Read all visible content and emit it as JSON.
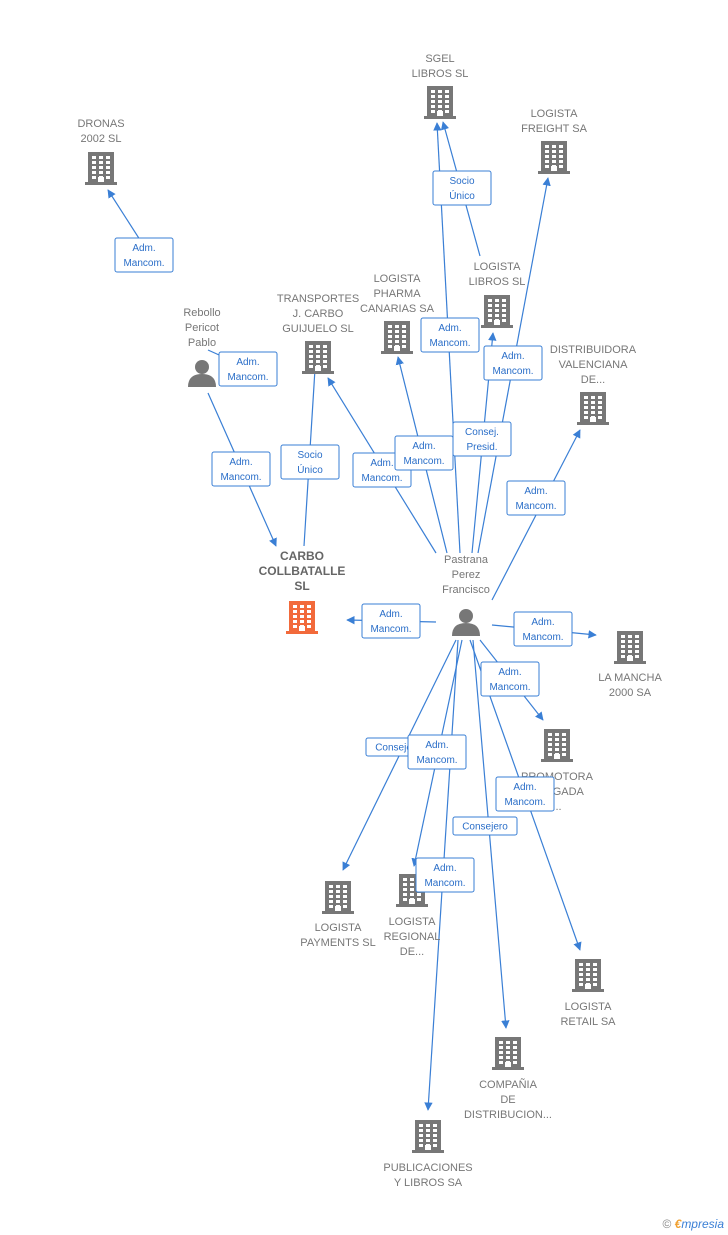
{
  "nodes": [
    {
      "id": "sgel",
      "type": "company",
      "label": [
        "SGEL",
        "LIBROS  SL"
      ],
      "color": "#777777"
    },
    {
      "id": "dronas",
      "type": "company",
      "label": [
        "DRONAS",
        "2002 SL"
      ],
      "color": "#777777"
    },
    {
      "id": "logista_freight",
      "type": "company",
      "label": [
        "LOGISTA",
        "FREIGHT SA"
      ],
      "color": "#777777"
    },
    {
      "id": "logista_pharma",
      "type": "company",
      "label": [
        "LOGISTA",
        "PHARMA",
        "CANARIAS SA"
      ],
      "color": "#777777"
    },
    {
      "id": "logista_libros",
      "type": "company",
      "label": [
        "LOGISTA",
        "LIBROS SL"
      ],
      "color": "#777777"
    },
    {
      "id": "transportes",
      "type": "company",
      "label": [
        "TRANSPORTES",
        "J.  CARBO",
        "GUIJUELO  SL"
      ],
      "color": "#777777"
    },
    {
      "id": "distribuidora",
      "type": "company",
      "label": [
        "DISTRIBUIDORA",
        "VALENCIANA",
        "DE..."
      ],
      "color": "#777777"
    },
    {
      "id": "rebollo",
      "type": "person",
      "label": [
        "Rebollo",
        "Pericot",
        "Pablo"
      ],
      "color": "#777777"
    },
    {
      "id": "carbo",
      "type": "company",
      "label": [
        "CARBO",
        "COLLBATALLE",
        "SL"
      ],
      "color": "#f26a3b",
      "main": true
    },
    {
      "id": "pastrana",
      "type": "person",
      "label": [
        "Pastrana",
        "Perez",
        "Francisco"
      ],
      "color": "#777777"
    },
    {
      "id": "la_mancha",
      "type": "company",
      "label": [
        "LA MANCHA",
        "2000 SA"
      ],
      "color": "#777777"
    },
    {
      "id": "promotora",
      "type": "company",
      "label": [
        "PROMOTORA",
        "LONGADA",
        "..."
      ],
      "color": "#777777"
    },
    {
      "id": "logista_payments",
      "type": "company",
      "label": [
        "LOGISTA",
        "PAYMENTS  SL"
      ],
      "color": "#777777"
    },
    {
      "id": "logista_regional",
      "type": "company",
      "label": [
        "LOGISTA",
        "REGIONAL",
        "DE..."
      ],
      "color": "#777777"
    },
    {
      "id": "logista_retail",
      "type": "company",
      "label": [
        "LOGISTA",
        "RETAIL SA"
      ],
      "color": "#777777"
    },
    {
      "id": "compania",
      "type": "company",
      "label": [
        "COMPAÑIA",
        "DE",
        "DISTRIBUCION..."
      ],
      "color": "#777777"
    },
    {
      "id": "publicaciones",
      "type": "company",
      "label": [
        "PUBLICACIONES",
        "Y LIBROS SA"
      ],
      "color": "#777777"
    }
  ],
  "edges": [
    {
      "from": "rebollo",
      "to": "dronas",
      "label": [
        "Adm.",
        "Mancom."
      ]
    },
    {
      "from": "rebollo",
      "to": "carbo",
      "label": [
        "Adm.",
        "Mancom."
      ]
    },
    {
      "from": "rebollo",
      "to": "transportes",
      "label": [
        "Adm.",
        "Mancom."
      ]
    },
    {
      "from": "logista_libros",
      "to": "sgel",
      "label": [
        "Socio",
        "Único"
      ]
    },
    {
      "from": "carbo",
      "to": "transportes",
      "label": [
        "Socio",
        "Único"
      ]
    },
    {
      "from": "pastrana",
      "to": "carbo",
      "label": [
        "Adm.",
        "Mancom."
      ]
    },
    {
      "from": "pastrana",
      "to": "transportes",
      "label": [
        "Adm.",
        "Mancom."
      ]
    },
    {
      "from": "pastrana",
      "to": "logista_pharma",
      "label": [
        "Adm.",
        "Mancom."
      ]
    },
    {
      "from": "pastrana",
      "to": "sgel",
      "label": [
        "Adm.",
        "Mancom."
      ]
    },
    {
      "from": "pastrana",
      "to": "logista_libros",
      "label": [
        "Consej.",
        "Presid."
      ]
    },
    {
      "from": "pastrana",
      "to": "logista_freight",
      "label": [
        "Adm.",
        "Mancom."
      ]
    },
    {
      "from": "pastrana",
      "to": "distribuidora",
      "label": [
        "Adm.",
        "Mancom."
      ]
    },
    {
      "from": "pastrana",
      "to": "la_mancha",
      "label": [
        "Adm.",
        "Mancom."
      ]
    },
    {
      "from": "pastrana",
      "to": "promotora",
      "label": [
        "Adm.",
        "Mancom."
      ]
    },
    {
      "from": "pastrana",
      "to": "logista_payments",
      "label": [
        "Consejero"
      ]
    },
    {
      "from": "pastrana",
      "to": "logista_regional",
      "label": [
        "Adm.",
        "Mancom."
      ]
    },
    {
      "from": "pastrana",
      "to": "logista_retail",
      "label": [
        "Adm.",
        "Mancom."
      ]
    },
    {
      "from": "pastrana",
      "to": "compania",
      "label": [
        "Consejero"
      ]
    },
    {
      "from": "pastrana",
      "to": "publicaciones",
      "label": [
        "Adm.",
        "Mancom."
      ]
    }
  ],
  "footer": {
    "copyright": "©",
    "brand_e": "€",
    "brand_rest": "mpresia"
  },
  "colors": {
    "edge": "#3a7fd5",
    "company": "#777777",
    "main_company": "#f26a3b",
    "person": "#777777"
  }
}
